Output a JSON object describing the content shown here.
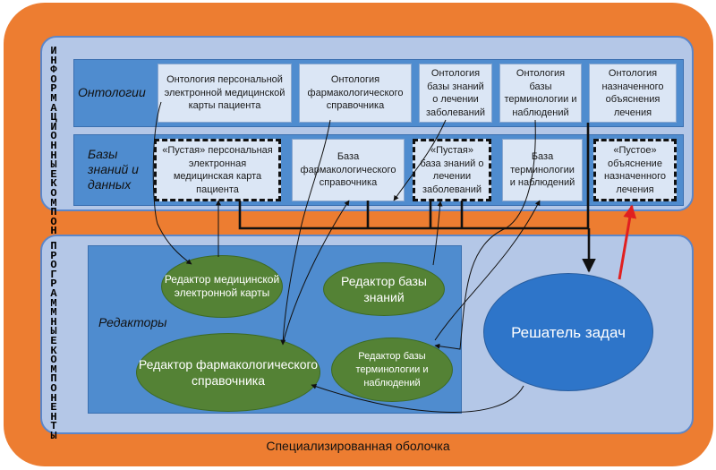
{
  "info_components_label": "ИНФОРМАЦИОННЫЕКОМПОНЕНТЫ",
  "program_components_label": "ПРОГРАММНЫЕКОМПОНЕНТЫ",
  "ontologies": {
    "label": "Онтологии",
    "items": [
      "Онтология персональной электронной медицинской карты пациента",
      "Онтология фармакологического справочника",
      "Онтология базы знаний о лечении заболеваний",
      "Онтология базы терминологии и наблюдений",
      "Онтология назначенного объяснения лечения"
    ]
  },
  "knowledge_bases": {
    "label": "Базы знаний и данных",
    "items": [
      "«Пустая» персональная электронная медицинская карта пациента",
      "База фармакологического справочника",
      "«Пустая» база знаний о лечении заболеваний",
      "База терминологии и наблюдений",
      "«Пустое» объяснение назначенного лечения"
    ]
  },
  "editors": {
    "label": "Редакторы",
    "medical_card": "Редактор медицинской электронной карты",
    "knowledge_base": "Редактор базы знаний",
    "pharma_reference": "Редактор фармакологического справочника",
    "terminology_base": "Редактор базы терминологии и наблюдений"
  },
  "solver": "Решатель задач",
  "shell_label": "Специализированная оболочка",
  "colors": {
    "shell": "#ed7d31",
    "panel": "#b4c7e7",
    "band": "#4f8ccf",
    "box": "#dbe6f5",
    "editor_fill": "#548235",
    "solver_fill": "#2e75c9",
    "output_arrow": "#e02020"
  }
}
